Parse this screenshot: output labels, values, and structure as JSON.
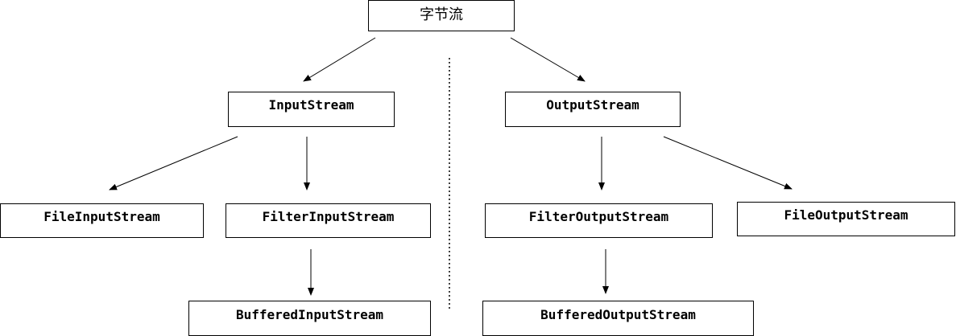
{
  "diagram": {
    "title": "字节流",
    "line_color": "#000000",
    "nodes": {
      "byte_stream": "字节流",
      "input_stream": "InputStream",
      "output_stream": "OutputStream",
      "file_input_stream": "FileInputStream",
      "filter_input_stream": "FilterInputStream",
      "buffered_input_stream": "BufferedInputStream",
      "filter_output_stream": "FilterOutputStream",
      "file_output_stream": "FileOutputStream",
      "buffered_output_stream": "BufferedOutputStream"
    },
    "edges": [
      {
        "from": "字节流",
        "to": "InputStream"
      },
      {
        "from": "字节流",
        "to": "OutputStream"
      },
      {
        "from": "InputStream",
        "to": "FileInputStream"
      },
      {
        "from": "InputStream",
        "to": "FilterInputStream"
      },
      {
        "from": "FilterInputStream",
        "to": "BufferedInputStream"
      },
      {
        "from": "OutputStream",
        "to": "FilterOutputStream"
      },
      {
        "from": "OutputStream",
        "to": "FileOutputStream"
      },
      {
        "from": "FilterOutputStream",
        "to": "BufferedOutputStream"
      }
    ]
  }
}
